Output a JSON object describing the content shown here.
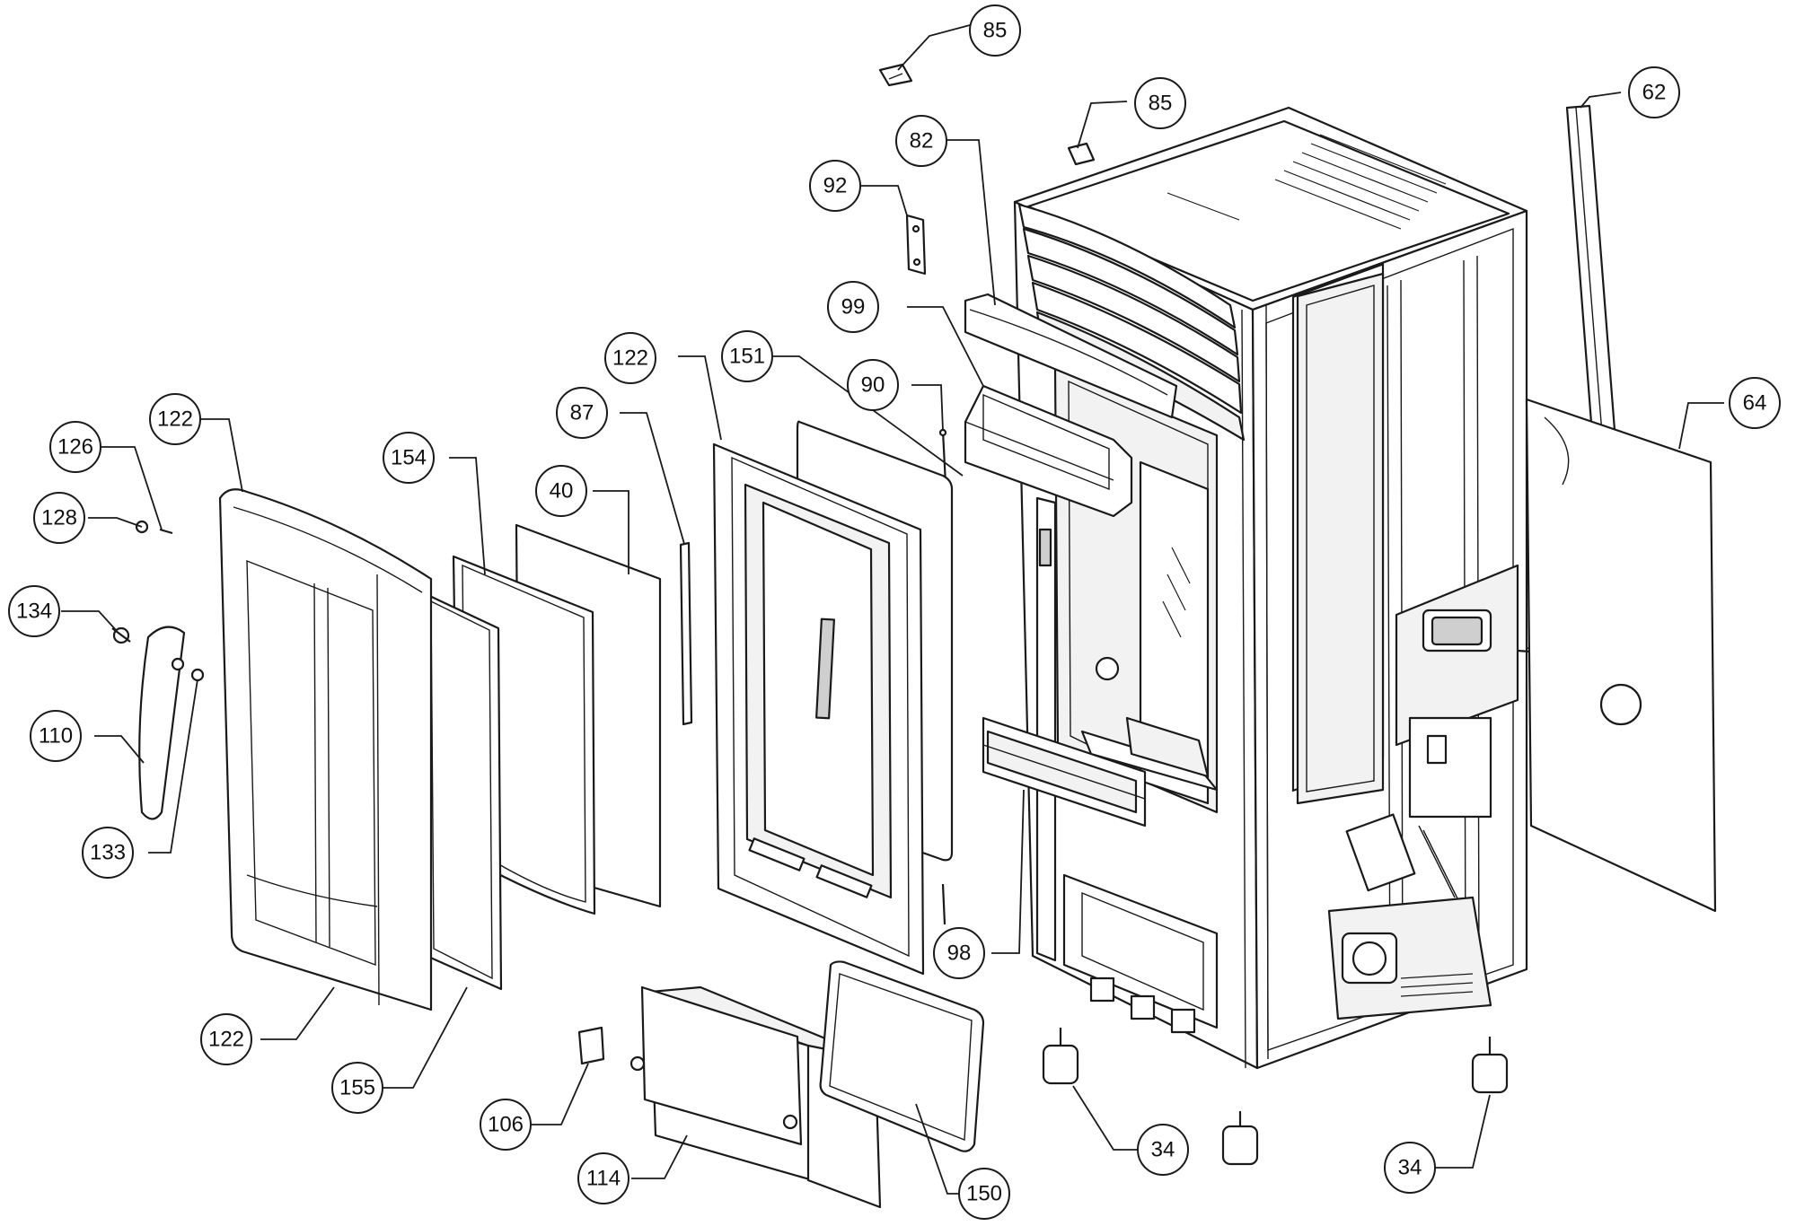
{
  "diagram": {
    "callouts": [
      {
        "id": "c85a",
        "label": "85"
      },
      {
        "id": "c85b",
        "label": "85"
      },
      {
        "id": "c62",
        "label": "62"
      },
      {
        "id": "c82",
        "label": "82"
      },
      {
        "id": "c92",
        "label": "92"
      },
      {
        "id": "c99",
        "label": "99"
      },
      {
        "id": "c122a",
        "label": "122"
      },
      {
        "id": "c151",
        "label": "151"
      },
      {
        "id": "c90",
        "label": "90"
      },
      {
        "id": "c87",
        "label": "87"
      },
      {
        "id": "c64",
        "label": "64"
      },
      {
        "id": "c122b",
        "label": "122"
      },
      {
        "id": "c126",
        "label": "126"
      },
      {
        "id": "c154",
        "label": "154"
      },
      {
        "id": "c40",
        "label": "40"
      },
      {
        "id": "c128",
        "label": "128"
      },
      {
        "id": "c134",
        "label": "134"
      },
      {
        "id": "c110",
        "label": "110"
      },
      {
        "id": "c133",
        "label": "133"
      },
      {
        "id": "c98",
        "label": "98"
      },
      {
        "id": "c122c",
        "label": "122"
      },
      {
        "id": "c155",
        "label": "155"
      },
      {
        "id": "c106",
        "label": "106"
      },
      {
        "id": "c34a",
        "label": "34"
      },
      {
        "id": "c34b",
        "label": "34"
      },
      {
        "id": "c114",
        "label": "114"
      },
      {
        "id": "c150",
        "label": "150"
      }
    ]
  }
}
